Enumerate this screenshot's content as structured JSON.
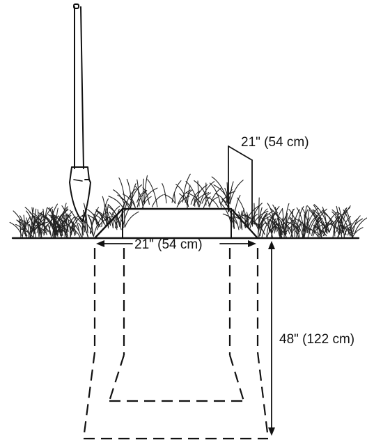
{
  "labels": {
    "top_width": "21\" (54 cm)",
    "bottom_width": "21\" (54 cm)",
    "depth": "48\" (122 cm)"
  },
  "colors": {
    "ink": "#111111",
    "background": "#ffffff"
  }
}
